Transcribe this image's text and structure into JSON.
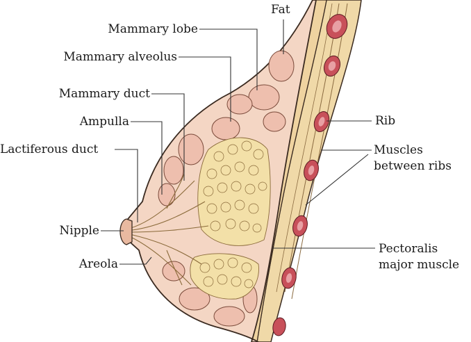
{
  "labels": {
    "fat": "Fat",
    "mammary_lobe": "Mammary lobe",
    "mammary_alveolus": "Mammary alveolus",
    "mammary_duct": "Mammary duct",
    "ampulla": "Ampulla",
    "lactiferous_duct": "Lactiferous duct",
    "nipple": "Nipple",
    "areola": "Areola",
    "rib": "Rib",
    "muscles_between_ribs_1": "Muscles",
    "muscles_between_ribs_2": "between ribs",
    "pectoralis_1": "Pectoralis",
    "pectoralis_2": "major muscle"
  },
  "colors": {
    "outline": "#3a2a20",
    "skin_fill": "#f4d6c4",
    "lobe_fill": "#eebfae",
    "gland_fill": "#f3e0a8",
    "muscle_fill": "#f0d9a8",
    "rib_fill": "#c8505a",
    "rib_core": "#e8a0a4",
    "leader": "#333333"
  }
}
